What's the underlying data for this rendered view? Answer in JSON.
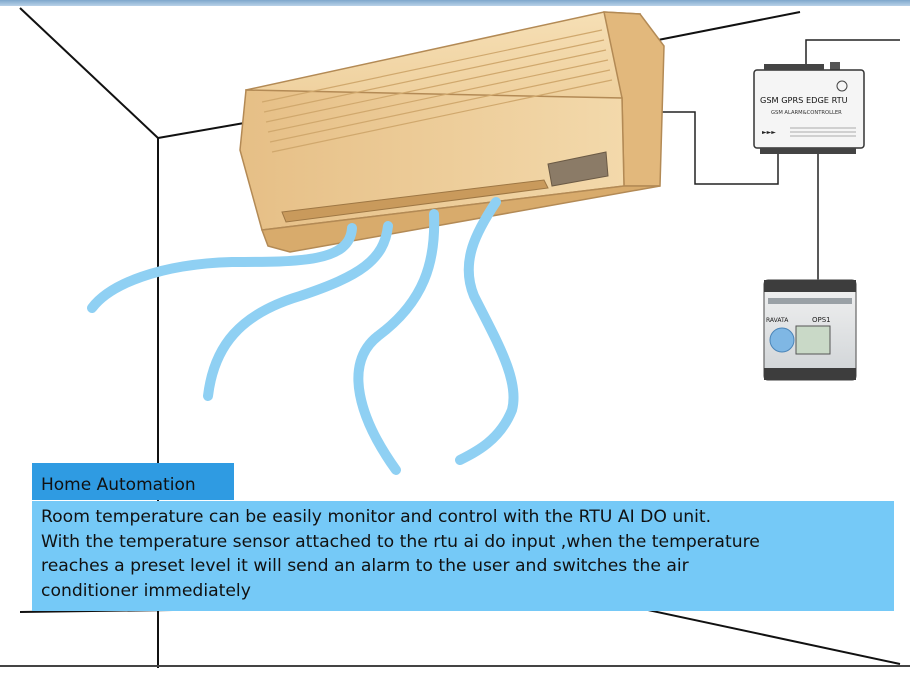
{
  "caption": {
    "title": "Home Automation",
    "lines": [
      "Room temperature can be easily monitor and control with the RTU AI DO unit.",
      "With the temperature sensor attached to the rtu ai do input ,when the temperature",
      "reaches a preset level it will send an alarm to the user and switches the air",
      "conditioner immediately"
    ]
  },
  "rtu_device": {
    "title": "GSM GPRS EDGE RTU",
    "subtitle": "GSM ALARM&CONTROLLER",
    "arrows": "►►►"
  },
  "plc_device": {
    "brand": "RAVATA",
    "model": "OPS1"
  },
  "colors": {
    "caption_title_bg": "#2f9be2",
    "caption_body_bg": "#75c9f7",
    "airflow": "#8fd0f3",
    "ac_body": "#f1d5a4"
  }
}
